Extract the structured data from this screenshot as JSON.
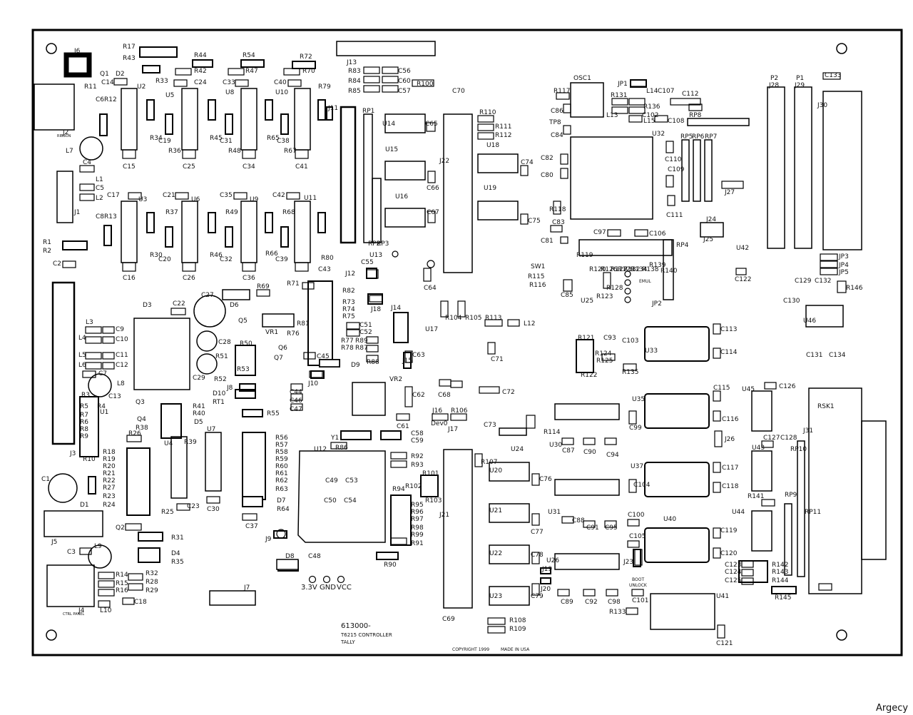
{
  "board": {
    "part_number": "613000-",
    "board_name": "T6215 CONTROLLER",
    "maker": "TALLY",
    "copyright": "COPYRIGHT 1999",
    "origin": "MADE IN USA",
    "test_points": [
      "3.3V",
      "GND",
      "VCC"
    ],
    "jumper_labels": [
      "BOOT",
      "UNLOCK"
    ],
    "emul_label": "EMUL",
    "ribbon_label": "RIBBON",
    "ctrl_panel_label": "CTRL PANEL",
    "dev0_label": "Dev0"
  },
  "watermark": "Argecy",
  "components": [
    "J6",
    "R17",
    "R43",
    "R33",
    "R44",
    "R42",
    "R54",
    "R47",
    "R72",
    "R70",
    "J13",
    "R83",
    "R84",
    "R85",
    "C56",
    "C60",
    "C57",
    "R100",
    "C70",
    "R117",
    "OSC1",
    "JP1",
    "R131",
    "L14",
    "C107",
    "C112",
    "P2",
    "J28",
    "P1",
    "J29",
    "C133",
    "J30",
    "Q1",
    "D2",
    "C14",
    "U2",
    "R11",
    "C6",
    "R12",
    "U5",
    "C24",
    "C33",
    "U8",
    "C40",
    "U10",
    "R79",
    "J11",
    "RP1",
    "U14",
    "C65",
    "R110",
    "R111",
    "R112",
    "U18",
    "C86",
    "L13",
    "R136",
    "C102",
    "L15",
    "C108",
    "RP8",
    "TP8",
    "C84",
    "U32",
    "J2",
    "C19",
    "R34",
    "R36",
    "R45",
    "C31",
    "R48",
    "R65",
    "C38",
    "R67",
    "C15",
    "C25",
    "C34",
    "C41",
    "U15",
    "J22",
    "C74",
    "C82",
    "C80",
    "C110",
    "RP5",
    "RP6",
    "RP7",
    "L7",
    "C4",
    "L1",
    "C5",
    "L2",
    "C109",
    "J27",
    "C17",
    "U3",
    "C21",
    "U6",
    "C35",
    "U9",
    "C42",
    "U11",
    "U16",
    "C66",
    "C67",
    "U19",
    "R118",
    "C75",
    "C83",
    "C111",
    "C8",
    "R13",
    "R37",
    "R49",
    "R68",
    "J24",
    "J25",
    "J1",
    "R1",
    "R2",
    "R30",
    "C20",
    "R46",
    "C32",
    "R66",
    "C39",
    "R80",
    "RP2",
    "RP3",
    "U13",
    "C81",
    "C97",
    "C106",
    "RP4",
    "C2",
    "C16",
    "C26",
    "C36",
    "C43",
    "C55",
    "J12",
    "C64",
    "R119",
    "R120",
    "R126",
    "R127",
    "R129",
    "R132",
    "R134",
    "R138",
    "R139",
    "R140",
    "SW1",
    "R115",
    "R116",
    "JP3",
    "JP4",
    "JP5",
    "U42",
    "C122",
    "R82",
    "R71",
    "R69",
    "C27",
    "D6",
    "R73",
    "R74",
    "R75",
    "J18",
    "J14",
    "U17",
    "R104",
    "R105",
    "R113",
    "L12",
    "C85",
    "U25",
    "R123",
    "R128",
    "JP2",
    "C129",
    "C132",
    "R146",
    "C130",
    "U46",
    "D3",
    "C22",
    "VR1",
    "R76",
    "R81",
    "C51",
    "C52",
    "R77",
    "R89",
    "R78",
    "R87",
    "L3",
    "C9",
    "L4",
    "C10",
    "Q5",
    "Q6",
    "Q7",
    "C28",
    "R51",
    "R50",
    "R53",
    "C29",
    "R52",
    "R88",
    "C45",
    "D9",
    "C63",
    "L5",
    "C11",
    "L6",
    "C12",
    "C7",
    "L8",
    "C71",
    "R121",
    "C93",
    "C103",
    "C113",
    "U33",
    "R124",
    "R125",
    "R122",
    "R135",
    "C114",
    "C131",
    "C134",
    "J15",
    "VR2",
    "J10",
    "C62",
    "C68",
    "C72",
    "D10",
    "RT1",
    "C44",
    "C46",
    "C47",
    "J8",
    "C13",
    "R3",
    "U1",
    "R4",
    "Q3",
    "Q4",
    "R41",
    "R40",
    "D5",
    "R55",
    "R38",
    "R26",
    "U4",
    "R39",
    "U7",
    "J16",
    "R106",
    "C61",
    "C73",
    "U24",
    "R114",
    "U30",
    "C87",
    "C90",
    "C94",
    "C99",
    "U35",
    "C115",
    "C116",
    "C126",
    "U45",
    "RSK1",
    "R5",
    "R6",
    "R7",
    "R8",
    "R9",
    "R10",
    "J3",
    "R56",
    "R57",
    "R58",
    "R59",
    "R60",
    "R61",
    "R62",
    "R63",
    "Y1",
    "R86",
    "C58",
    "C59",
    "J17",
    "J26",
    "C127",
    "C128",
    "U43",
    "RP10",
    "J31",
    "R18",
    "R19",
    "R20",
    "R21",
    "R22",
    "R27",
    "R23",
    "R24",
    "U12",
    "R92",
    "R93",
    "R101",
    "R102",
    "R103",
    "R94",
    "R107",
    "U20",
    "C76",
    "U37",
    "C104",
    "C117",
    "C118",
    "C1",
    "D1",
    "R25",
    "C23",
    "C30",
    "C49",
    "C53",
    "C50",
    "C54",
    "D7",
    "R64",
    "R95",
    "R96",
    "R97",
    "R98",
    "R99",
    "R91",
    "C37",
    "J21",
    "U21",
    "C77",
    "C88",
    "U31",
    "C91",
    "C95",
    "C100",
    "C105",
    "U40",
    "C119",
    "R141",
    "U44",
    "RP9",
    "RP11",
    "Q2",
    "J5",
    "R31",
    "J9",
    "L9",
    "C3",
    "D4",
    "R35",
    "D8",
    "C48",
    "R90",
    "U22",
    "C78",
    "U26",
    "J19",
    "J20",
    "C79",
    "U23",
    "C89",
    "C92",
    "C98",
    "C101",
    "J23",
    "C120",
    "C123",
    "C124",
    "C125",
    "R142",
    "R143",
    "R144",
    "R145",
    "R14",
    "R32",
    "R15",
    "R28",
    "R16",
    "R29",
    "J4",
    "C18",
    "L10",
    "J7",
    "R133",
    "U41",
    "C69",
    "R108",
    "R109",
    "C121"
  ]
}
